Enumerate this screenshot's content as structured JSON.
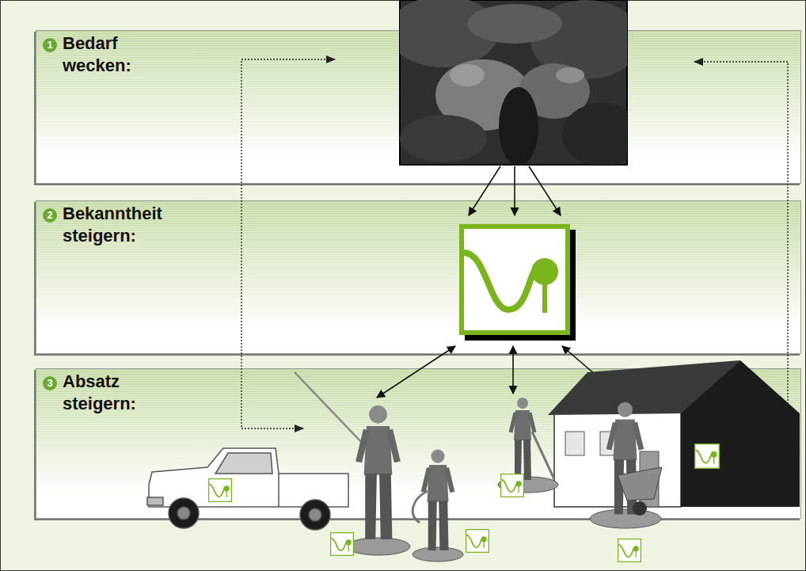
{
  "diagram": {
    "nodes": [
      {
        "text": [
          "1",
          "Bedarf wecken:"
        ]
      },
      {
        "text": [
          "2",
          "Bekanntheit steigern:"
        ]
      },
      {
        "text": [
          "3",
          "Absatz steigern:"
        ]
      }
    ]
  }
}
